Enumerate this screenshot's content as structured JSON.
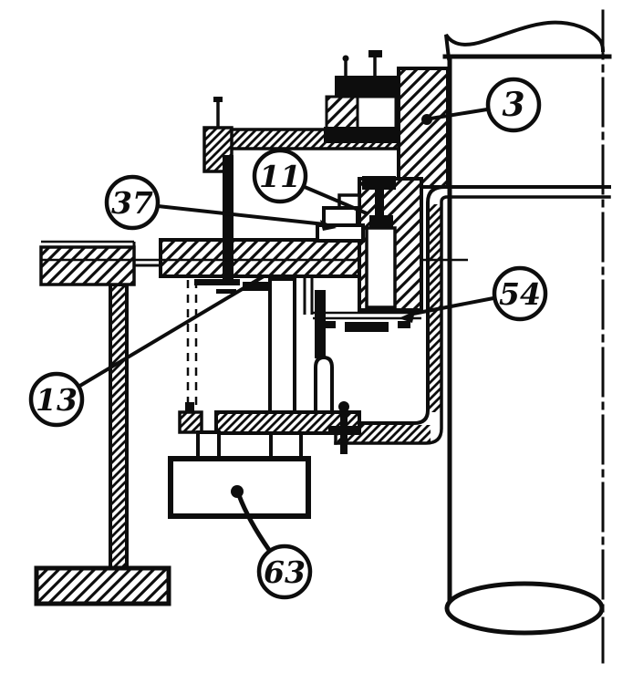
{
  "figure": {
    "type": "technical-sectional-drawing",
    "ink_color": "#0d0d0d",
    "paper_color": "#ffffff",
    "callouts": [
      {
        "label": "3"
      },
      {
        "label": "11"
      },
      {
        "label": "37"
      },
      {
        "label": "54"
      },
      {
        "label": "13"
      },
      {
        "label": "63"
      }
    ]
  }
}
